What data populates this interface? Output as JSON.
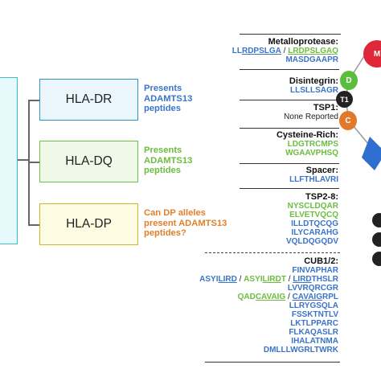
{
  "hla": [
    {
      "label": "HLA-DR",
      "desc": "Presents\nADAMTS13\npeptides"
    },
    {
      "label": "HLA-DQ",
      "desc": "Presents\nADAMTS13\npeptides"
    },
    {
      "label": "HLA-DP",
      "desc": "Can DP alleles\npresent ADAMTS13\npeptides?"
    }
  ],
  "domains": {
    "metalloprotease": {
      "title": "Metalloprotease:",
      "pep1": "LLRDPSLGA",
      "sep": " / ",
      "pep2": "LRDPSLGAQ",
      "pep3": "MASDGAAPR"
    },
    "disintegrin": {
      "title": "Disintegrin:",
      "pep1": "LLSLLSAGR"
    },
    "tsp1": {
      "title": "TSP1:",
      "note": "None Reported"
    },
    "cysteine": {
      "title": "Cysteine-Rich:",
      "pep1": "LDGTRCMPS",
      "pep2": "WGAAVPHSQ"
    },
    "spacer": {
      "title": "Spacer:",
      "pep1": "LLFTHLAVRI"
    },
    "tsp28": {
      "title": "TSP2-8:",
      "peps": [
        "NYSCLDQAR",
        "ELVETVQCQ",
        "ILLDTQCQG",
        "ILYCARAHG",
        "VQLDQGQDV"
      ]
    },
    "cub": {
      "title": "CUB1/2:",
      "pep1": "FINVAPHAR",
      "row2_a": "ASYILIRD",
      "row2_b": "ASYILIRDT",
      "row2_c": "LIRDTHSLR",
      "sep": " / ",
      "pep3": "LVVRQRCGR",
      "row4_a": "QADCAVAIG",
      "row4_b": "CAVAIGRPL",
      "peps": [
        "LLRYGSQLA",
        "FSSKTNTLV",
        "LKTLPPARC",
        "FLKAQASLR",
        "IHALATNMA",
        "DMLLLWGRLTWRK"
      ]
    }
  },
  "nodes": {
    "m": "M",
    "d": "D",
    "t1": "T1",
    "c": "C"
  },
  "colors": {
    "dr_border": "#2e95c9",
    "dq_border": "#6cc24a",
    "dp_border": "#c9b72c",
    "blue_peptide": "#3a74c8",
    "green_peptide": "#6cbd3f",
    "orange_text": "#e0802a",
    "node_m": "#e0273a",
    "node_d": "#5bbd3c",
    "node_t1": "#222222",
    "node_c": "#e07a2a",
    "node_s": "#2f6fd0"
  }
}
